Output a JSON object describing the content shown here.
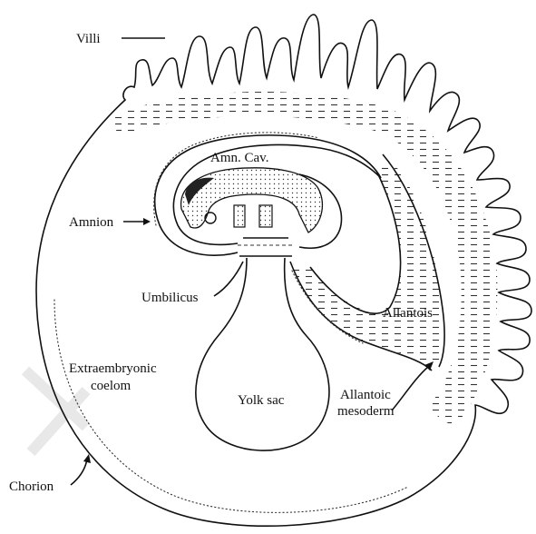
{
  "labels": {
    "villi": "Villi",
    "amnion": "Amnion",
    "amn_cav": "Amn. Cav.",
    "umbilicus": "Umbilicus",
    "allantois": "Allantois",
    "extraembryonic_line1": "Extraembryonic",
    "extraembryonic_line2": "coelom",
    "yolk_sac": "Yolk sac",
    "allantoic_line1": "Allantoic",
    "allantoic_line2": "mesoderm",
    "chorion": "Chorion"
  },
  "colors": {
    "ink": "#111111",
    "background": "#ffffff",
    "watermark": "#e8e8e8"
  }
}
